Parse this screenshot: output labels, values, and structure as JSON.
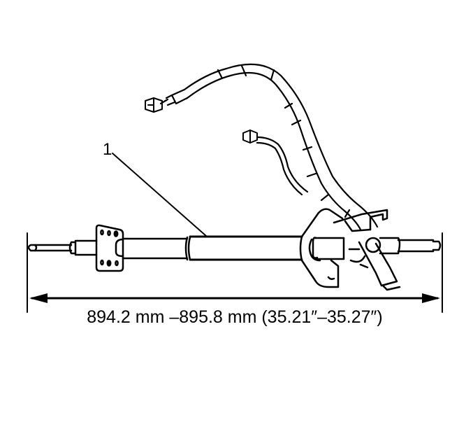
{
  "diagram": {
    "subject": "Steering column assembly",
    "callouts": [
      {
        "id": "1",
        "label": "1",
        "target": "steering-shaft-tube"
      }
    ],
    "dimension": {
      "text": "894.2 mm –895.8 mm (35.21″–35.27″)",
      "min_mm": 894.2,
      "max_mm": 895.8,
      "min_in": 35.21,
      "max_in": 35.27
    },
    "colors": {
      "line": "#000000",
      "background": "#ffffff"
    }
  }
}
